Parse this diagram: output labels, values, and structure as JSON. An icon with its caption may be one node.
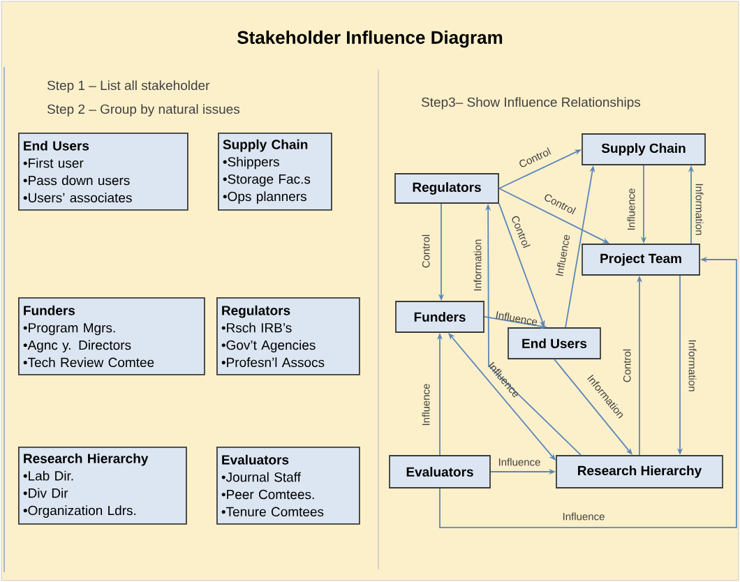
{
  "diagram": {
    "title": "Stakeholder Influence Diagram",
    "nodes": [
      {
        "text": [
          "End Users",
          "•First user",
          "•Pass down users",
          "•Users’ associates"
        ]
      },
      {
        "text": [
          "Supply Chain",
          "•Shippers",
          "•Storage Fac.s",
          "•Ops planners"
        ]
      },
      {
        "text": [
          "Funders",
          "•Program Mgrs.",
          "•Agnc y. Directors",
          "•Tech Review Comtee"
        ]
      },
      {
        "text": [
          "Regulators",
          "•Rsch IRB’s",
          "•Gov’t Agencies",
          "•Profesn’l Assocs"
        ]
      },
      {
        "text": [
          "Research Hierarchy",
          "•Lab Dir.",
          "•Div Dir",
          "•Organization Ldrs."
        ]
      },
      {
        "text": [
          "Evaluators",
          "•Journal Staff",
          "•Peer Comtees.",
          "•Tenure Comtees"
        ]
      },
      {
        "text": [
          "Regulators"
        ]
      },
      {
        "text": [
          "Supply Chain"
        ]
      },
      {
        "text": [
          "Project Team"
        ]
      },
      {
        "text": [
          "Funders"
        ]
      },
      {
        "text": [
          "End Users"
        ]
      },
      {
        "text": [
          "Evaluators"
        ]
      },
      {
        "text": [
          "Research Hierarchy"
        ]
      }
    ],
    "edges": [
      {
        "from": 6,
        "to": 7,
        "arrow": "to",
        "label": "Control"
      },
      {
        "from": 6,
        "to": 8,
        "arrow": "to",
        "label": "Control"
      },
      {
        "from": 6,
        "to": 9,
        "arrow": "to",
        "label": "Control"
      },
      {
        "from": 6,
        "to": 10,
        "arrow": "to",
        "label": "Control"
      },
      {
        "from": 12,
        "to": 6,
        "arrow": "to",
        "label": "Information"
      },
      {
        "from": 10,
        "to": 7,
        "arrow": "to",
        "label": "Influence"
      },
      {
        "from": 7,
        "to": 8,
        "arrow": "to",
        "label": "Influence"
      },
      {
        "from": 8,
        "to": 7,
        "arrow": "to",
        "label": "Information"
      },
      {
        "from": 9,
        "to": 10,
        "arrow": "to",
        "label": "Influence"
      },
      {
        "from": 12,
        "to": 8,
        "arrow": "to",
        "label": "Control"
      },
      {
        "from": 8,
        "to": 12,
        "arrow": "to",
        "label": "Information"
      },
      {
        "from": 10,
        "to": 12,
        "arrow": "to",
        "label": "Information"
      },
      {
        "from": 9,
        "to": 12,
        "arrow": "both",
        "label": "Influence"
      },
      {
        "from": 11,
        "to": 9,
        "arrow": "to",
        "label": "Influence"
      },
      {
        "from": 11,
        "to": 12,
        "arrow": "to",
        "label": "Influence"
      },
      {
        "from": 11,
        "to": 8,
        "arrow": "to",
        "label": "Influence"
      }
    ],
    "labels": [
      "Step 1 – List all stakeholder",
      "Step 2 – Group by natural issues",
      "Step3– Show Influence Relationships"
    ]
  }
}
